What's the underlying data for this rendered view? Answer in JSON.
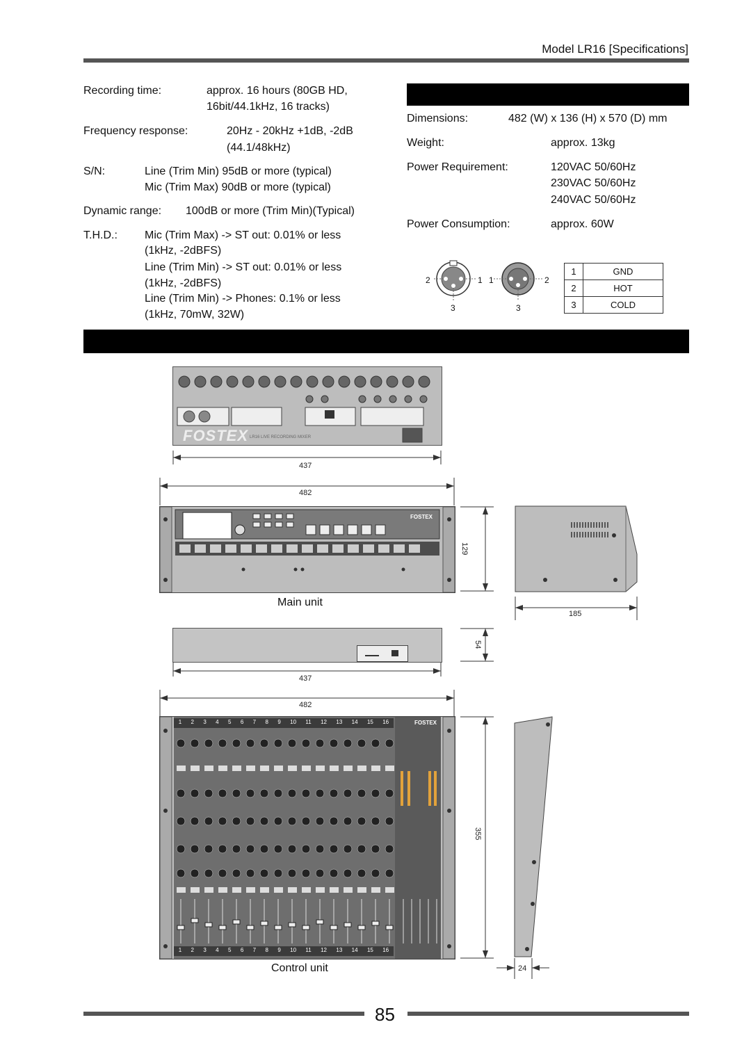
{
  "header": {
    "title": "Model LR16 [Specifications]"
  },
  "specs_left": {
    "recording_time": {
      "label": "Recording time:",
      "line1": "approx. 16 hours (80GB HD,",
      "line2": "16bit/44.1kHz, 16 tracks)"
    },
    "frequency_response": {
      "label": "Frequency response:",
      "line1": "20Hz - 20kHz +1dB, -2dB",
      "line2": "(44.1/48kHz)"
    },
    "sn": {
      "label": "S/N:",
      "line1": "Line (Trim Min) 95dB or more (typical)",
      "line2": "Mic (Trim Max) 90dB or more (typical)"
    },
    "dynamic_range": {
      "label": "Dynamic range:",
      "value": "100dB or more (Trim Min)(Typical)"
    },
    "thd": {
      "label": "T.H.D.:",
      "l1": "Mic (Trim Max) -> ST out: 0.01% or less",
      "l2": "(1kHz, -2dBFS)",
      "l3": "Line (Trim Min) -> ST out: 0.01% or less",
      "l4": "(1kHz, -2dBFS)",
      "l5": "Line (Trim Min) -> Phones: 0.1% or less",
      "l6": "(1kHz, 70mW, 32W)"
    }
  },
  "specs_right": {
    "dimensions": {
      "label": "Dimensions:",
      "value": "482 (W) x 136 (H) x 570 (D) mm"
    },
    "weight": {
      "label": "Weight:",
      "value": "approx. 13kg"
    },
    "power_requirement": {
      "label": "Power Requirement:",
      "v1": "120VAC 50/60Hz",
      "v2": "230VAC 50/60Hz",
      "v3": "240VAC 50/60Hz"
    },
    "power_consumption": {
      "label": "Power Consumption:",
      "value": "approx. 60W"
    }
  },
  "xlr": {
    "left_labels": {
      "p2": "2",
      "p1": "1",
      "p3": "3"
    },
    "right_labels": {
      "p1": "1",
      "p2": "2",
      "p3": "3"
    },
    "pins": [
      {
        "num": "1",
        "name": "GND"
      },
      {
        "num": "2",
        "name": "HOT"
      },
      {
        "num": "3",
        "name": "COLD"
      }
    ]
  },
  "drawing": {
    "rear_brand": "FOSTEX",
    "rear_sub": "LR16 LIVE RECORDING MIXER",
    "front_brand": "FOSTEX",
    "dim_437_top": "437",
    "dim_482_top": "482",
    "dim_129": "129",
    "dim_185": "185",
    "main_unit_label": "Main unit",
    "dim_54": "54",
    "dim_437_bottom": "437",
    "dim_482_bottom": "482",
    "dim_355": "355",
    "dim_24": "24",
    "control_unit_label": "Control unit",
    "channel_numbers": [
      "1",
      "2",
      "3",
      "4",
      "5",
      "6",
      "7",
      "8",
      "9",
      "10",
      "11",
      "12",
      "13",
      "14",
      "15",
      "16"
    ]
  },
  "footer": {
    "page_number": "85"
  }
}
